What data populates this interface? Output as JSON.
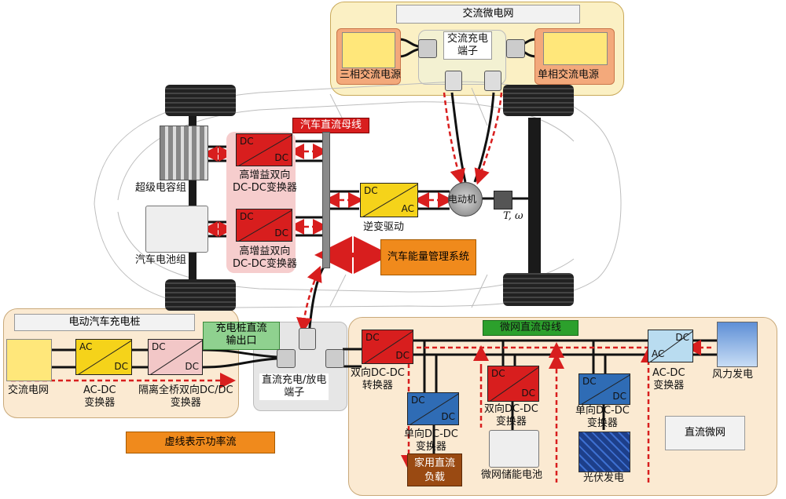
{
  "ac_microgrid": {
    "title": "交流微电网",
    "three_phase_source": "三相交流电源",
    "single_phase_source": "单相交流电源",
    "ac_charge_port": "交流充电\n端子"
  },
  "vehicle": {
    "dc_bus": "汽车直流母线",
    "supercap": "超级电容组",
    "battery": "汽车电池组",
    "converter_top": "高增益双向\nDC-DC变换器",
    "converter_bottom": "高增益双向\nDC-DC变换器",
    "inverter": "逆变驱动",
    "motor": "电动机",
    "torque_speed": "T, ω",
    "ems": "汽车能量管理系统"
  },
  "charging_pile": {
    "title": "电动汽车充电桩",
    "grid": "交流电网",
    "acdc": "AC-DC\n变换器",
    "dcdc": "隔离全桥双向DC/DC\n变换器",
    "dc_output": "充电桩直流\n输出口",
    "dc_port": "直流充电/放电\n端子"
  },
  "dc_microgrid": {
    "bus": "微网直流母线",
    "bidir_dcdc": "双向DC-DC\n转换器",
    "unidir_dcdc_1": "单向DC-DC\n变换器",
    "bidir_dcdc_2": "双向DC-DC\n变换器",
    "unidir_dcdc_2": "单向DC-DC\n变换器",
    "acdc": "AC-DC\n变换器",
    "wind": "风力发电",
    "load": "家用直流\n负载",
    "storage": "微网储能电池",
    "pv": "光伏发电",
    "title": "直流微网"
  },
  "legend": "虚线表示功率流",
  "converter_terms": {
    "dc": "DC",
    "ac": "AC"
  },
  "colors": {
    "red": "#d81e1e",
    "yellow": "#f5d31a",
    "pink": "#f2c7c7",
    "blue": "#2f6cb5",
    "light_blue": "#b9dcf0",
    "orange": "#f08a1c",
    "brown": "#9a4a12",
    "panel": "#fbead2",
    "green": "#2ca02c"
  }
}
